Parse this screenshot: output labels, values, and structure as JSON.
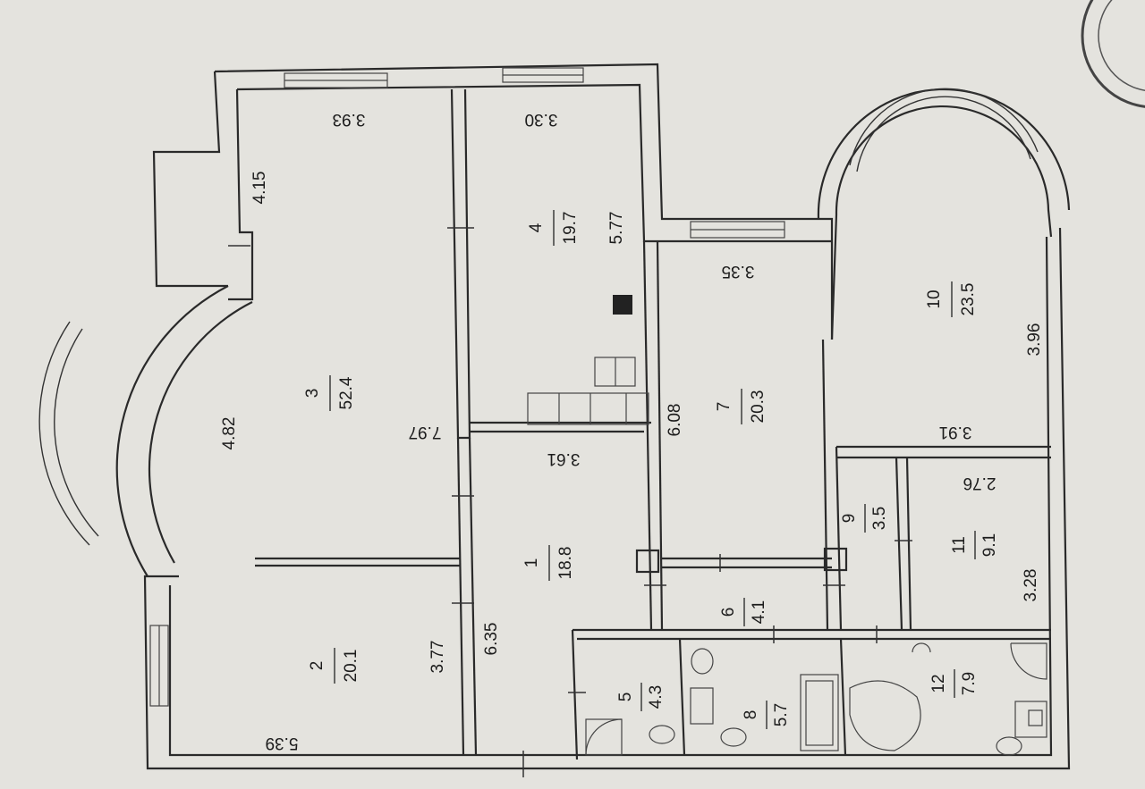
{
  "rooms": [
    {
      "id": "1",
      "number": "1",
      "area": "18.8"
    },
    {
      "id": "2",
      "number": "2",
      "area": "20.1"
    },
    {
      "id": "3",
      "number": "3",
      "area": "52.4"
    },
    {
      "id": "4",
      "number": "4",
      "area": "19.7"
    },
    {
      "id": "5",
      "number": "5",
      "area": "4.3"
    },
    {
      "id": "6",
      "number": "6",
      "area": "4.1"
    },
    {
      "id": "7",
      "number": "7",
      "area": "20.3"
    },
    {
      "id": "8",
      "number": "8",
      "area": "5.7"
    },
    {
      "id": "9",
      "number": "9",
      "area": "3.5"
    },
    {
      "id": "10",
      "number": "10",
      "area": "23.5"
    },
    {
      "id": "11",
      "number": "11",
      "area": "9.1"
    },
    {
      "id": "12",
      "number": "12",
      "area": "7.9"
    }
  ],
  "dimensions": [
    {
      "id": "d393",
      "text": "3.93"
    },
    {
      "id": "d330",
      "text": "3.30"
    },
    {
      "id": "d415",
      "text": "4.15"
    },
    {
      "id": "d577",
      "text": "5.77"
    },
    {
      "id": "d335",
      "text": "3.35"
    },
    {
      "id": "d482",
      "text": "4.82"
    },
    {
      "id": "d797",
      "text": "7.97"
    },
    {
      "id": "d361",
      "text": "3.61"
    },
    {
      "id": "d608",
      "text": "6.08"
    },
    {
      "id": "d396",
      "text": "3.96"
    },
    {
      "id": "d391",
      "text": "3.91"
    },
    {
      "id": "d276",
      "text": "2.76"
    },
    {
      "id": "d635",
      "text": "6.35"
    },
    {
      "id": "d377",
      "text": "3.77"
    },
    {
      "id": "d539",
      "text": "5.39"
    },
    {
      "id": "d328",
      "text": "3.28"
    }
  ],
  "colors": {
    "paper": "#e4e3de",
    "ink": "#2a2a2a"
  }
}
